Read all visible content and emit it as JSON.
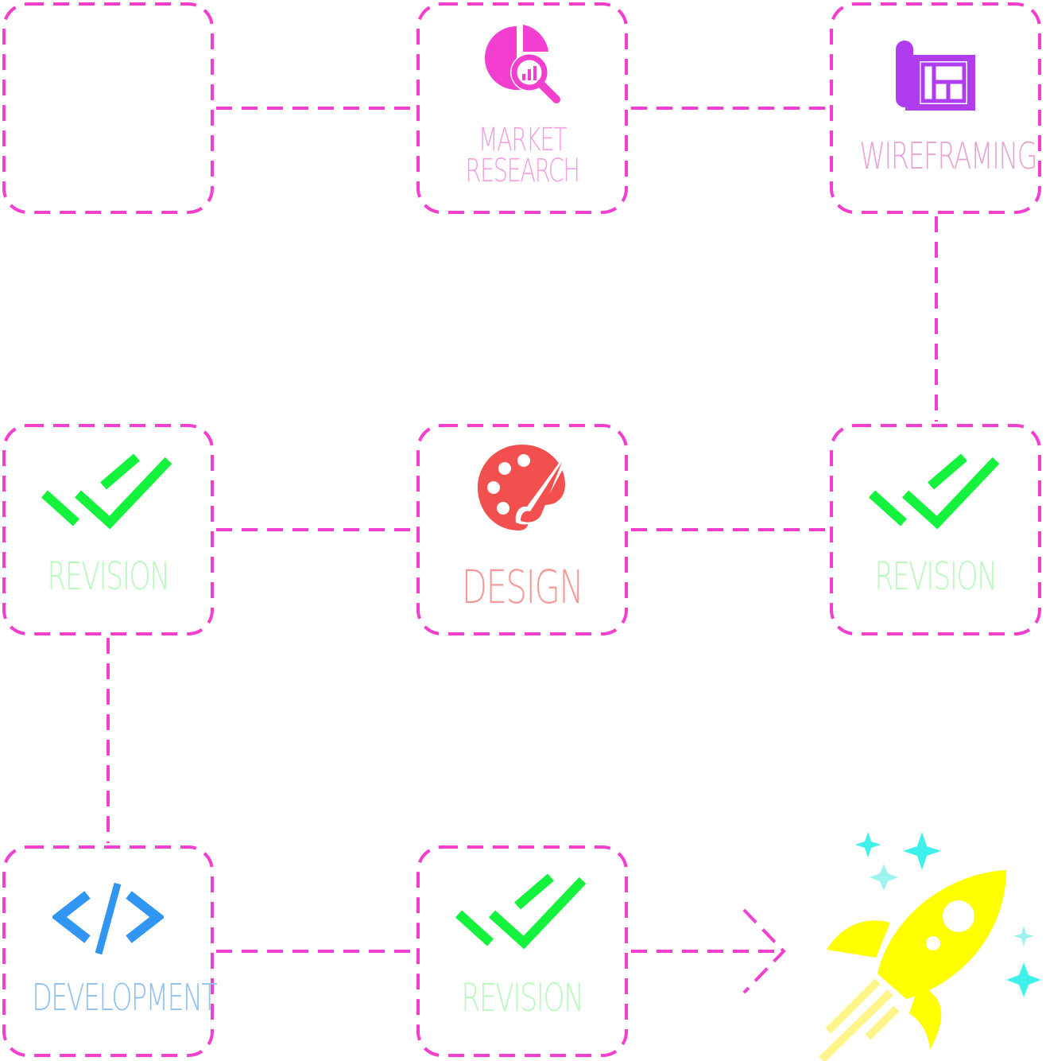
{
  "colors": {
    "connector": "#f23fcf",
    "market_icon": "#f23fcf",
    "market_label": "#f49fdf",
    "wireframe_icon": "#b03cf0",
    "wireframe_label": "#e7a5d6",
    "revision_icon": "#14f23d",
    "revision_label": "#b9f9be",
    "design_icon": "#f2504f",
    "design_label": "#f49a9a",
    "dev_icon": "#3195f2",
    "dev_label": "#8fc2f2",
    "rocket": "#ffff00",
    "rocket_trail": "#fdf58a",
    "stars": "#3ef1ea",
    "stars_light": "#9ef3ef"
  },
  "steps": {
    "start": {
      "label": ""
    },
    "market": {
      "line1": "MARKET",
      "line2": "RESEARCH",
      "icon": "market-research-icon"
    },
    "wireframe": {
      "label": "WIREFRAMING",
      "icon": "blueprint-icon"
    },
    "revision_right": {
      "label": "REVISION",
      "icon": "double-check-icon"
    },
    "design": {
      "label": "DESIGN",
      "icon": "palette-icon"
    },
    "revision_left": {
      "label": "REVISION",
      "icon": "double-check-icon"
    },
    "development": {
      "label": "DEVELOPMENT",
      "icon": "code-icon"
    },
    "revision_bottom": {
      "label": "REVISION",
      "icon": "double-check-icon"
    },
    "launch": {
      "icon": "rocket-icon"
    }
  }
}
